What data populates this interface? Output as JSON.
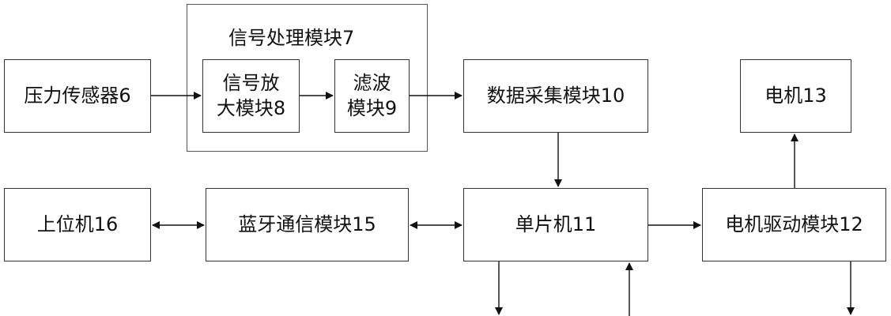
{
  "group": {
    "title": "信号处理模块7"
  },
  "blocks": {
    "pressure_sensor": "压力传感器6",
    "signal_amp": "信号放\n大模块8",
    "filter": "滤波\n模块9",
    "data_acq": "数据采集模块10",
    "motor": "电机13",
    "host": "上位机16",
    "bluetooth": "蓝牙通信模块15",
    "mcu": "单片机11",
    "motor_driver": "电机驱动模块12"
  },
  "colors": {
    "line": "#111111",
    "border": "#333333"
  }
}
